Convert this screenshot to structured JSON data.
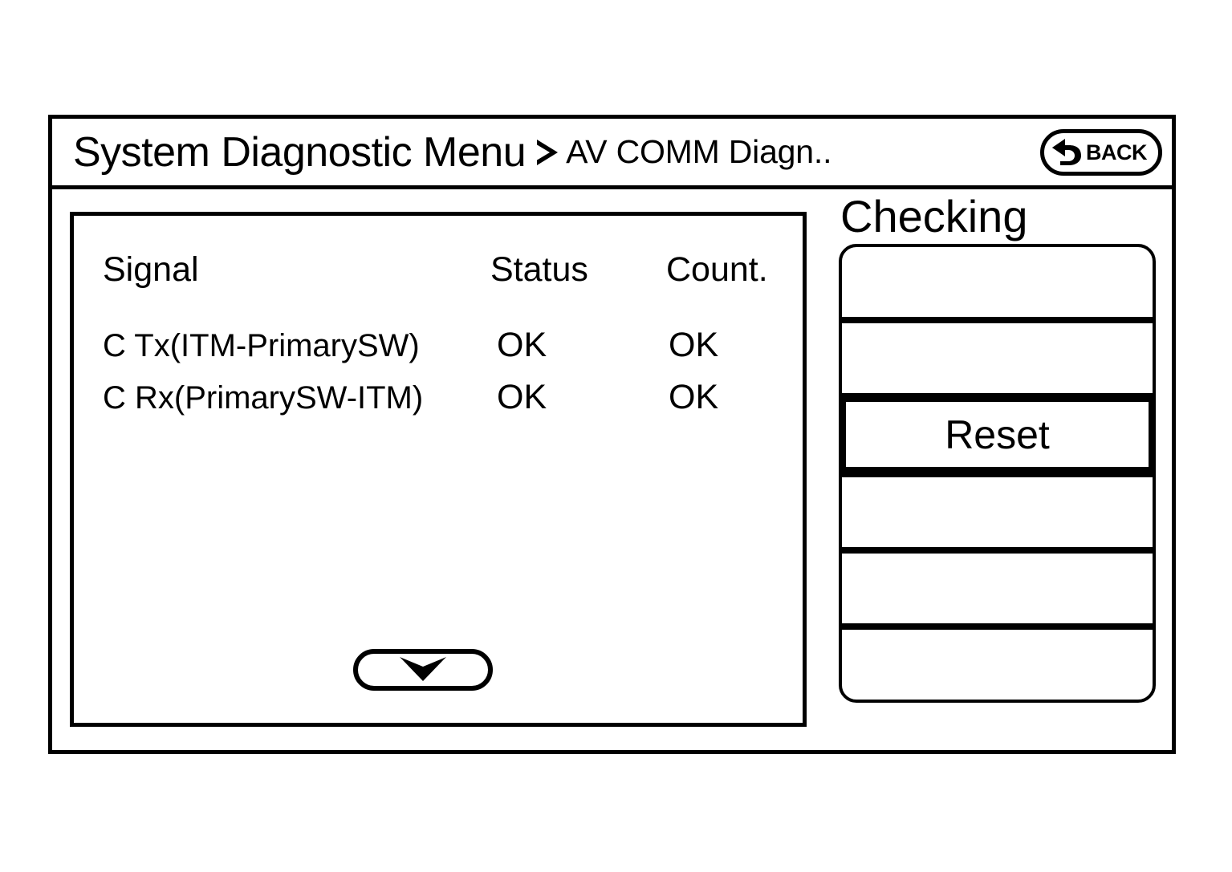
{
  "screen": {
    "title_main": "System Diagnostic Menu",
    "title_sub": "AV COMM Diagn..",
    "breadcrumb_separator_icon": "triangle-right-icon",
    "back_button": {
      "label": "BACK",
      "icon": "back-arrow-icon"
    }
  },
  "list_panel": {
    "columns": [
      "Signal",
      "Status",
      "Count."
    ],
    "rows": [
      {
        "signal": "C Tx(ITM-PrimarySW)",
        "status": "OK",
        "count": "OK"
      },
      {
        "signal": "C Rx(PrimarySW-ITM)",
        "status": "OK",
        "count": "OK"
      }
    ],
    "scroll_down_icon": "chevron-down-icon"
  },
  "side_panel": {
    "status_label": "Checking",
    "buttons": [
      {
        "label": "",
        "selected": false
      },
      {
        "label": "",
        "selected": false
      },
      {
        "label": "Reset",
        "selected": true
      },
      {
        "label": "",
        "selected": false
      },
      {
        "label": "",
        "selected": false
      },
      {
        "label": "",
        "selected": false
      }
    ]
  },
  "colors": {
    "foreground": "#000000",
    "background": "#ffffff"
  }
}
